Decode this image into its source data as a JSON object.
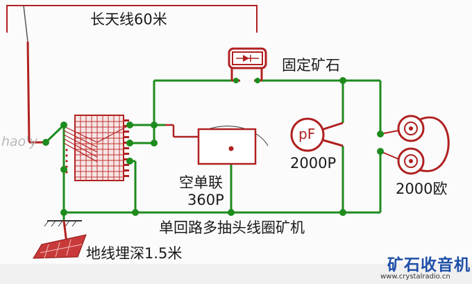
{
  "labels": {
    "long_antenna": "长天线60米",
    "fixed_crystal": "固定矿石",
    "capacitor_unit": "pF",
    "capacitor_value": "2000P",
    "headphone_value": "2000欧",
    "variable_cap": "空单联",
    "variable_cap_value": "360P",
    "coil": "单回路多抽头线圈矿机",
    "ground": "地线埋深1.5米"
  },
  "brand": {
    "name": "矿石收音机",
    "url": "www.crystalradio.cn"
  },
  "watermark": "hao'y",
  "colors": {
    "wire_green": "#1e8b1e",
    "component_red": "#b02020",
    "node_green": "#1e8b1e",
    "brand_blue": "#1e4fa8"
  }
}
